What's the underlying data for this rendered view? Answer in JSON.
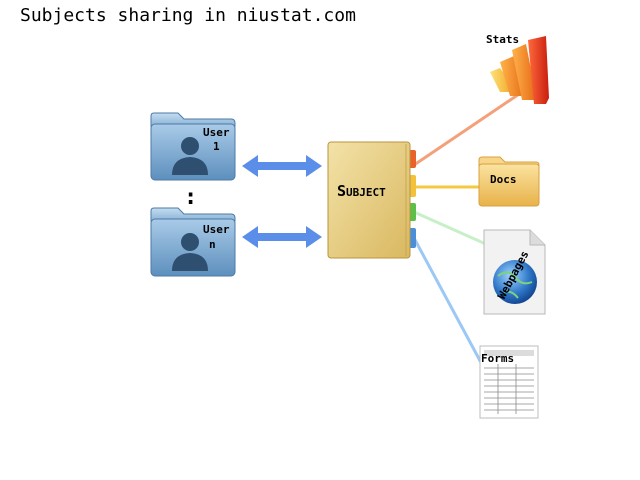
{
  "title": "Subjects sharing in niustat.com",
  "users": [
    {
      "line1": "User",
      "line2": "1"
    },
    {
      "line1": "User",
      "line2": "n"
    }
  ],
  "ellipsis": ":",
  "subject": {
    "initial": "S",
    "rest": "UBJECT"
  },
  "resources": {
    "stats": "Stats",
    "docs": "Docs",
    "webpages": "Webpages",
    "forms": "Forms"
  },
  "colors": {
    "stats_link": "#f4a07a",
    "docs_link": "#f5c842",
    "webpages_link": "#c8f0c8",
    "forms_link": "#9cc8f5",
    "arrow": "#5b8ee8",
    "user_folder": "#8bb4d8",
    "subject_folder": "#ecd48a"
  }
}
